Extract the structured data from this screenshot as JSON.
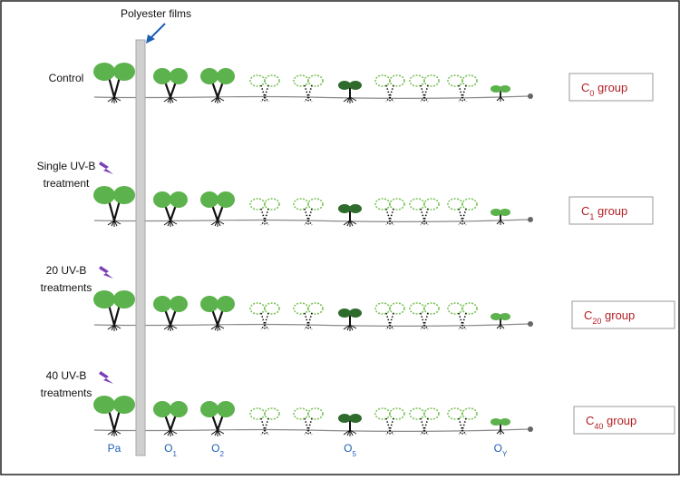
{
  "film_label": "Polyester films",
  "colors": {
    "leaf": "#5cb24c",
    "leaf_dark": "#2f6b2c",
    "leaf_outline": "#7cc35a",
    "film": "#cfcfcf",
    "arrow": "#1f5fb5",
    "axis_label": "#1f5fb5",
    "group_text": "#b11f24",
    "group_border": "#9a9a9a",
    "lightning": "#7b3fb8",
    "stem": "#111111",
    "soil": "#8a8a8a"
  },
  "rows": [
    {
      "label_lines": [
        "Control"
      ],
      "group_base": "C",
      "group_sub": "0",
      "group_suffix": " group",
      "uvb": false
    },
    {
      "label_lines": [
        "Single UV-B",
        "treatment"
      ],
      "group_base": "C",
      "group_sub": "1",
      "group_suffix": " group",
      "uvb": true
    },
    {
      "label_lines": [
        "20 UV-B",
        "treatments"
      ],
      "group_base": "C",
      "group_sub": "20",
      "group_suffix": " group",
      "uvb": true
    },
    {
      "label_lines": [
        "40 UV-B",
        "treatments"
      ],
      "group_base": "C",
      "group_sub": "40",
      "group_suffix": " group",
      "uvb": true
    }
  ],
  "plants": [
    {
      "type": "parent"
    },
    {
      "type": "filled"
    },
    {
      "type": "filled"
    },
    {
      "type": "outline"
    },
    {
      "type": "outline"
    },
    {
      "type": "dark"
    },
    {
      "type": "outline"
    },
    {
      "type": "outline"
    },
    {
      "type": "outline"
    },
    {
      "type": "small"
    }
  ],
  "axis_labels": [
    {
      "base": "Pa",
      "sub": "",
      "plant_index": 0
    },
    {
      "base": "O",
      "sub": "1",
      "plant_index": 1
    },
    {
      "base": "O",
      "sub": "2",
      "plant_index": 2
    },
    {
      "base": "O",
      "sub": "5",
      "plant_index": 5
    },
    {
      "base": "O",
      "sub": "Y",
      "plant_index": 9
    }
  ]
}
